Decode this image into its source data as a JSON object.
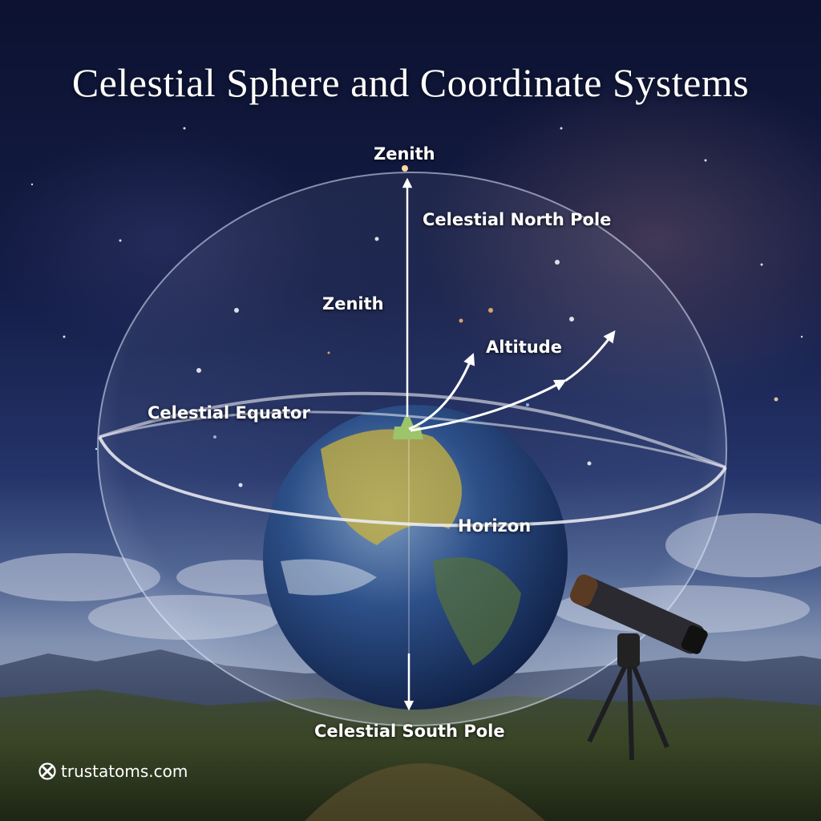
{
  "title": "Celestial Sphere and Coordinate Systems",
  "labels": {
    "zenith_top": "Zenith",
    "north_pole": "Celestial North Pole",
    "zenith_inner": "Zenith",
    "altitude": "Altitude",
    "equator": "Celestial Equator",
    "horizon": "Horizon",
    "south_pole": "Celestial South Pole"
  },
  "brand": {
    "text": "trustatoms.com",
    "icon": "atom-logo-icon"
  },
  "colors": {
    "sky_top": "#0c1230",
    "sky_mid": "#24346a",
    "horizon_sky": "#7f90b0",
    "ground": "#2f3b22",
    "text": "#ffffff",
    "sphere_outline": "#dfe6f5",
    "earth_ocean": "#2a4f86",
    "earth_land": "#c9b33e",
    "observer_marker": "#9cc46a"
  }
}
